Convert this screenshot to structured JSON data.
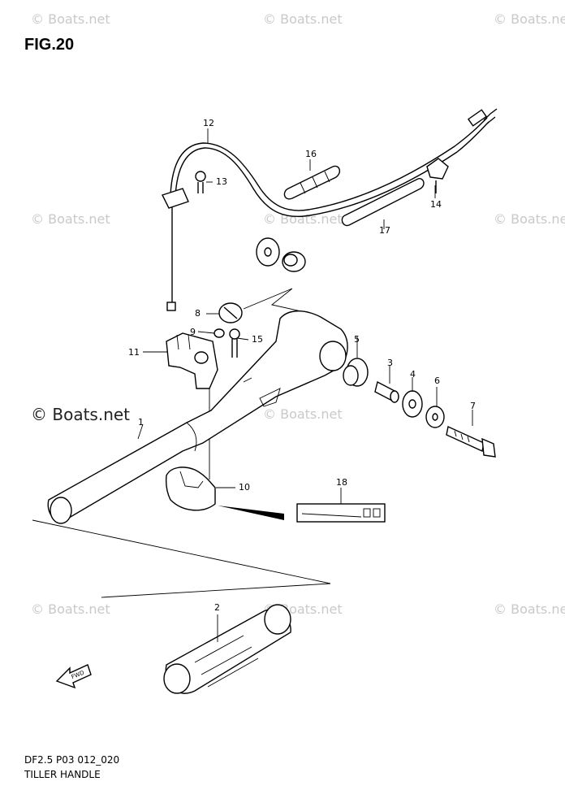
{
  "figure": {
    "title": "FIG.20"
  },
  "watermark": {
    "text": "© Boats.net"
  },
  "callouts": [
    "1",
    "2",
    "3",
    "4",
    "5",
    "6",
    "7",
    "8",
    "9",
    "10",
    "11",
    "12",
    "13",
    "14",
    "15",
    "16",
    "17",
    "18"
  ],
  "footer": {
    "model_line": "DF2.5 P03 012_020",
    "section": "TILLER HANDLE"
  },
  "arrow_label": "FWD"
}
